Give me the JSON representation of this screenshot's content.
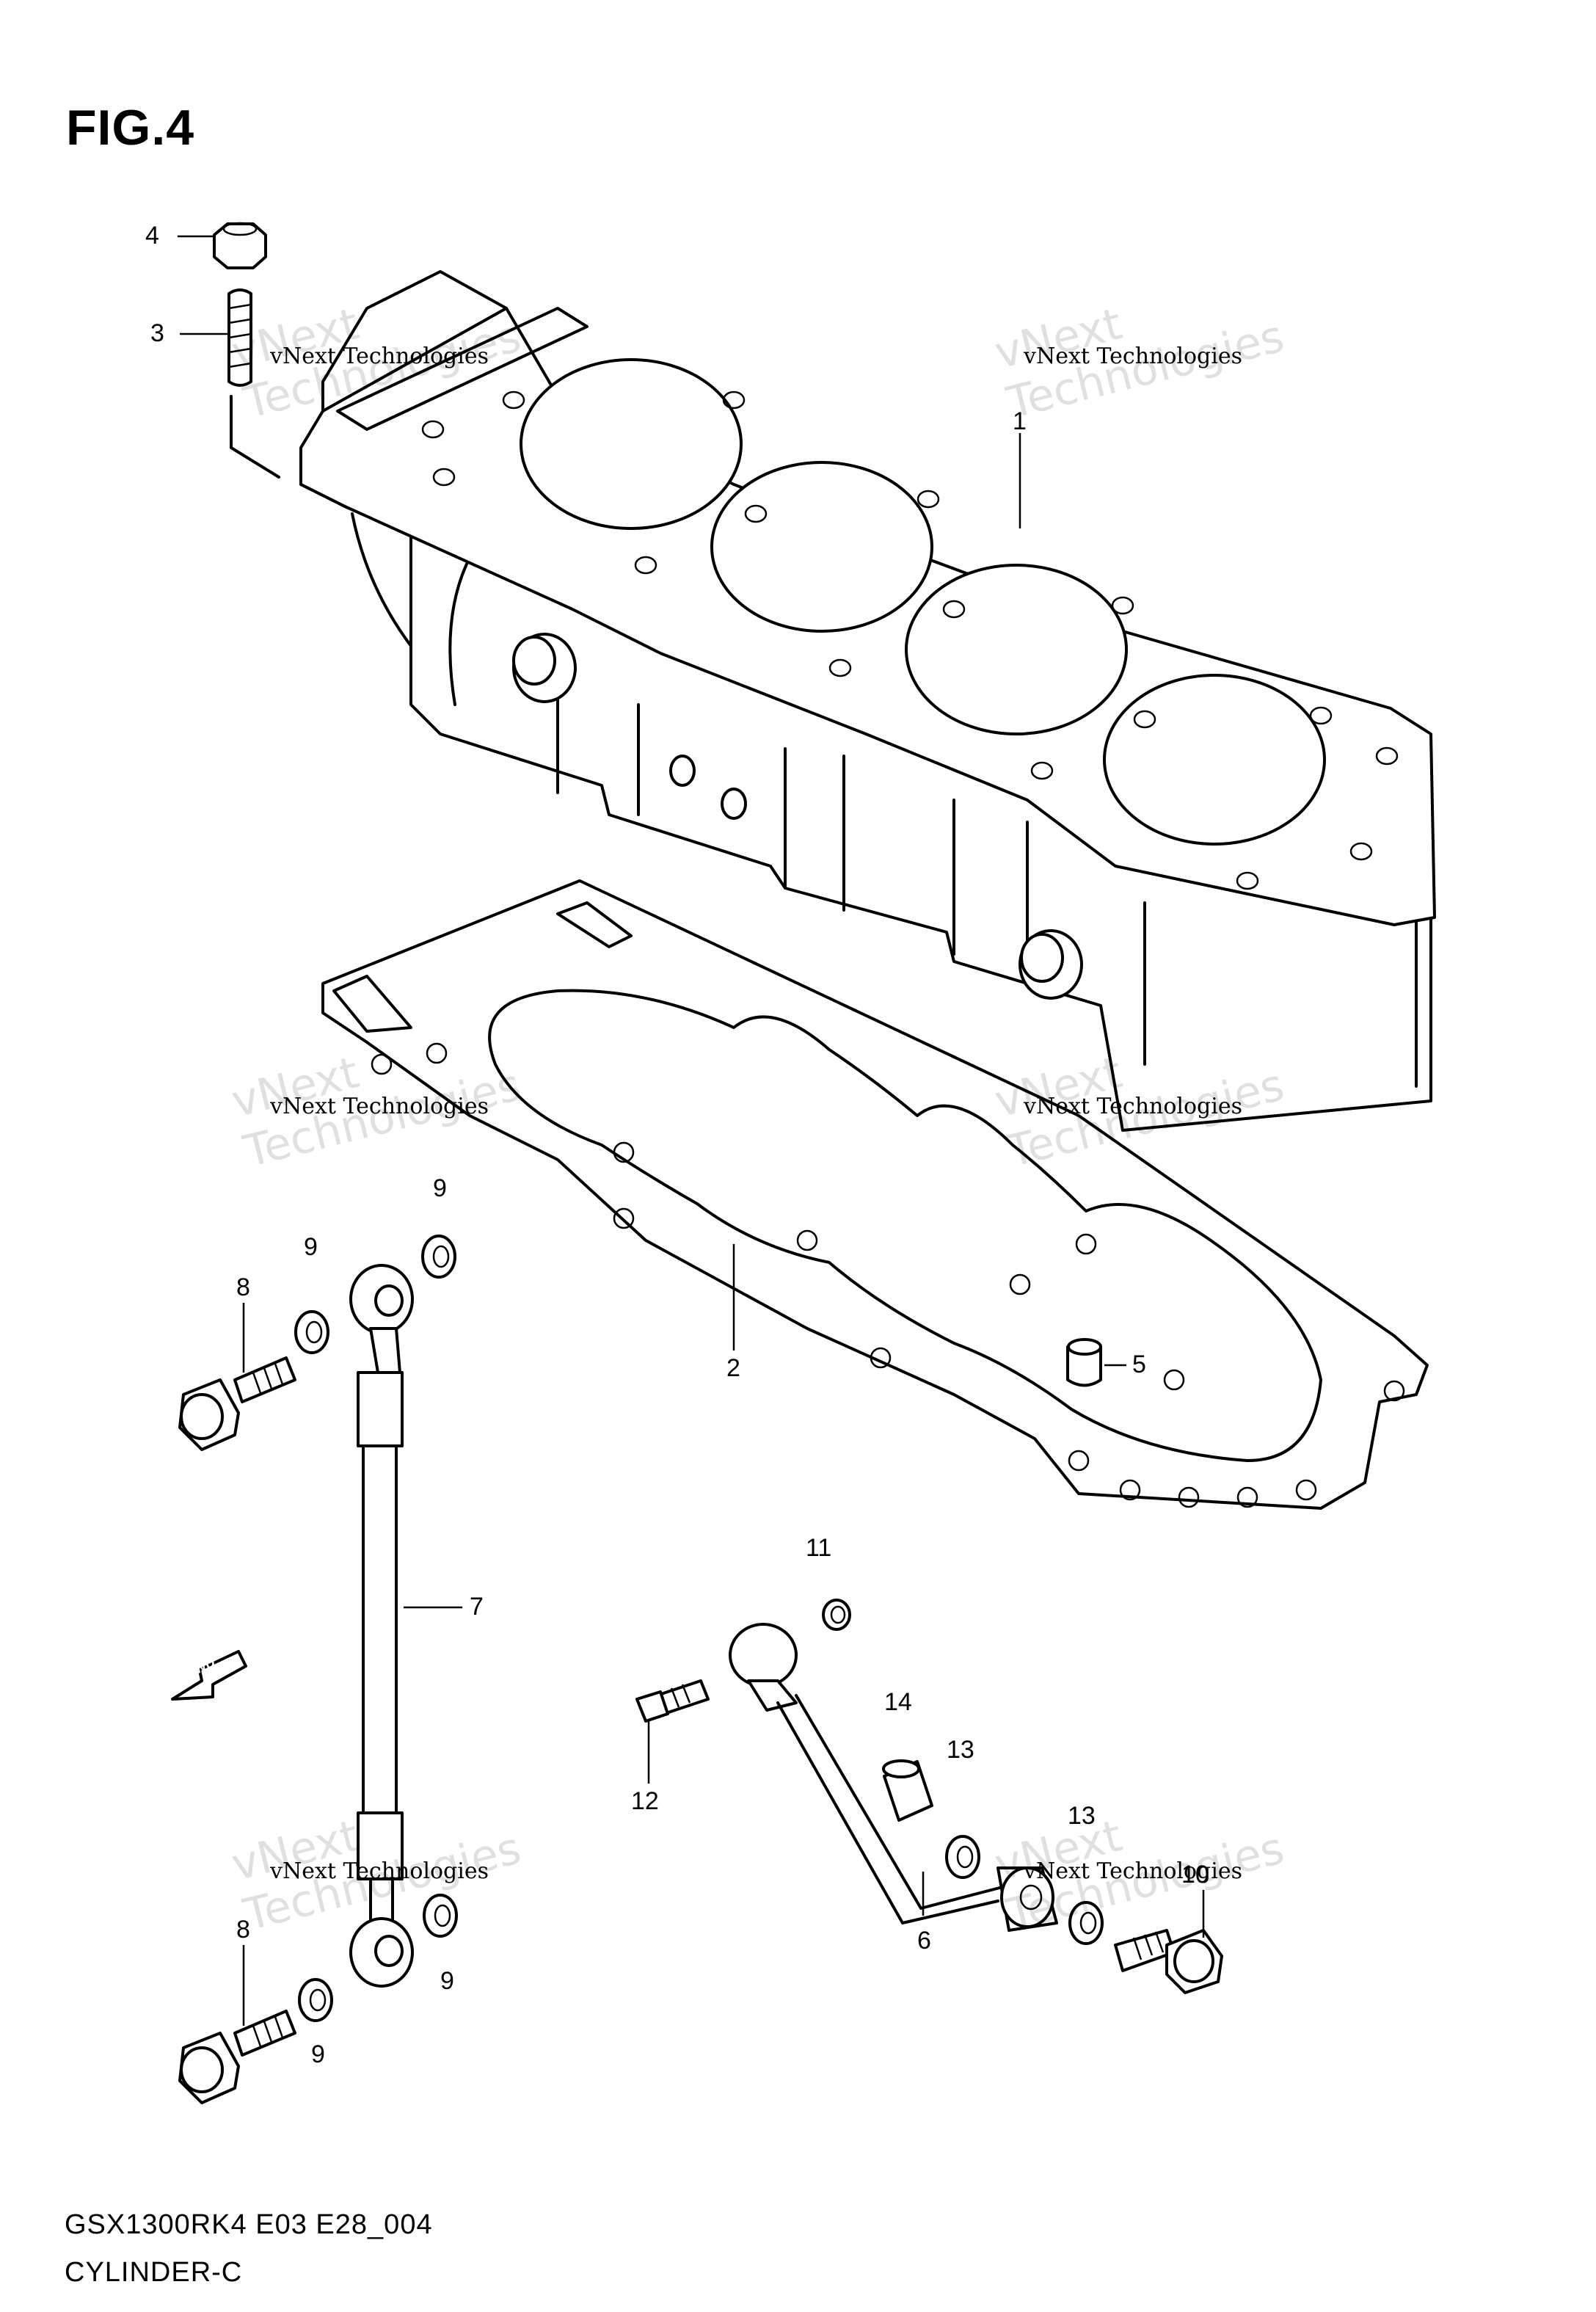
{
  "figure": {
    "title": "FIG.4",
    "model_code": "GSX1300RK4 E03 E28_004",
    "section_name": "CYLINDER-C",
    "fwd_label": "FWD"
  },
  "watermark": {
    "company": "vNext Technologies",
    "big_line1": "vNext",
    "big_line2": "Technologies"
  },
  "callouts": {
    "p1": "1",
    "p2": "2",
    "p3": "3",
    "p4": "4",
    "p5": "5",
    "p6": "6",
    "p7": "7",
    "p8a": "8",
    "p8b": "8",
    "p9a": "9",
    "p9b": "9",
    "p9c": "9",
    "p9d": "9",
    "p10": "10",
    "p11": "11",
    "p12": "12",
    "p13a": "13",
    "p13b": "13",
    "p14": "14"
  }
}
